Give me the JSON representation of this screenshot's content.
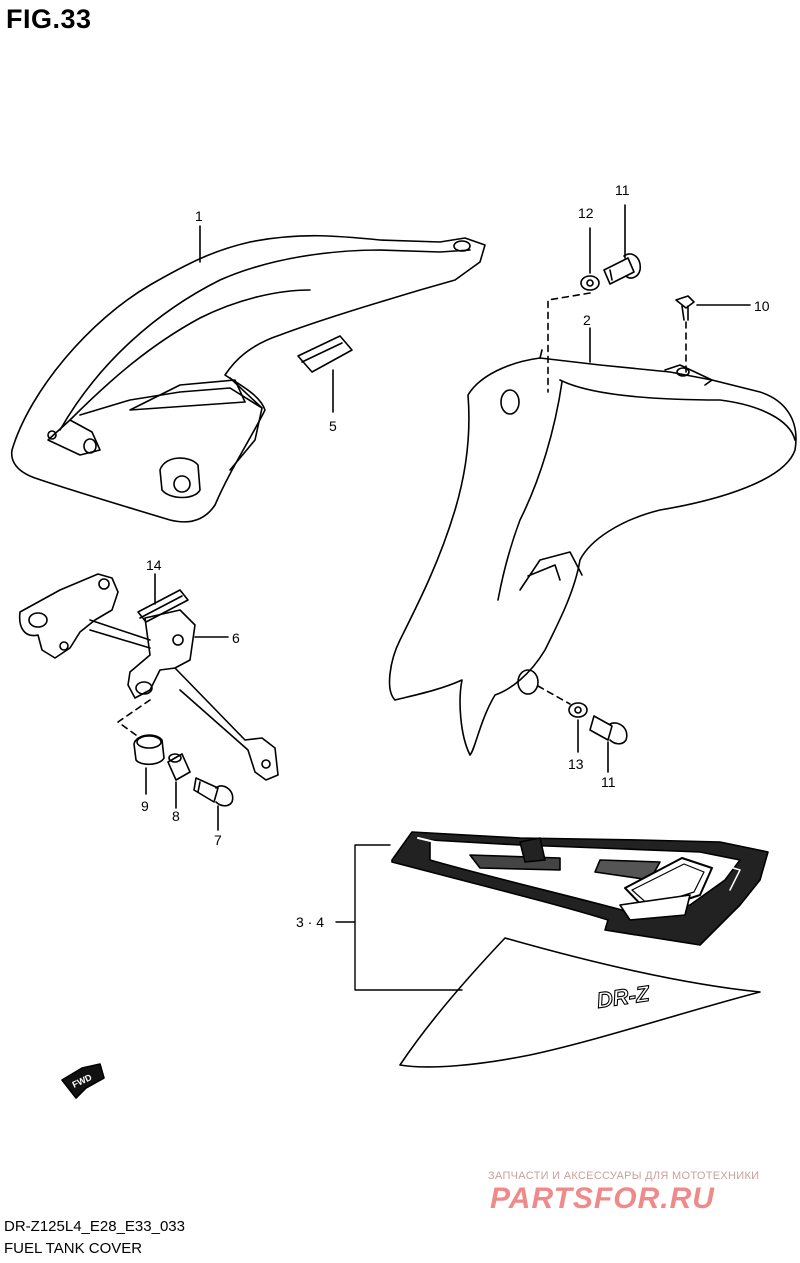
{
  "figure": {
    "title": "FIG.33",
    "code": "DR-Z125L4_E28_E33_033",
    "name": "FUEL TANK COVER"
  },
  "callouts": {
    "p1": "1",
    "p2": "2",
    "p3_4": "3 · 4",
    "p5": "5",
    "p6": "6",
    "p7": "7",
    "p8": "8",
    "p9": "9",
    "p10": "10",
    "p11_top": "11",
    "p11_bottom": "11",
    "p12": "12",
    "p13": "13",
    "p14": "14"
  },
  "fwd_label": "FWD",
  "decal_text": "DR-Z",
  "watermark": {
    "tagline": "ЗАПЧАСТИ И АКСЕССУАРЫ ДЛЯ МОТОТЕХНИКИ",
    "brand": "PARTSFOR.RU"
  }
}
